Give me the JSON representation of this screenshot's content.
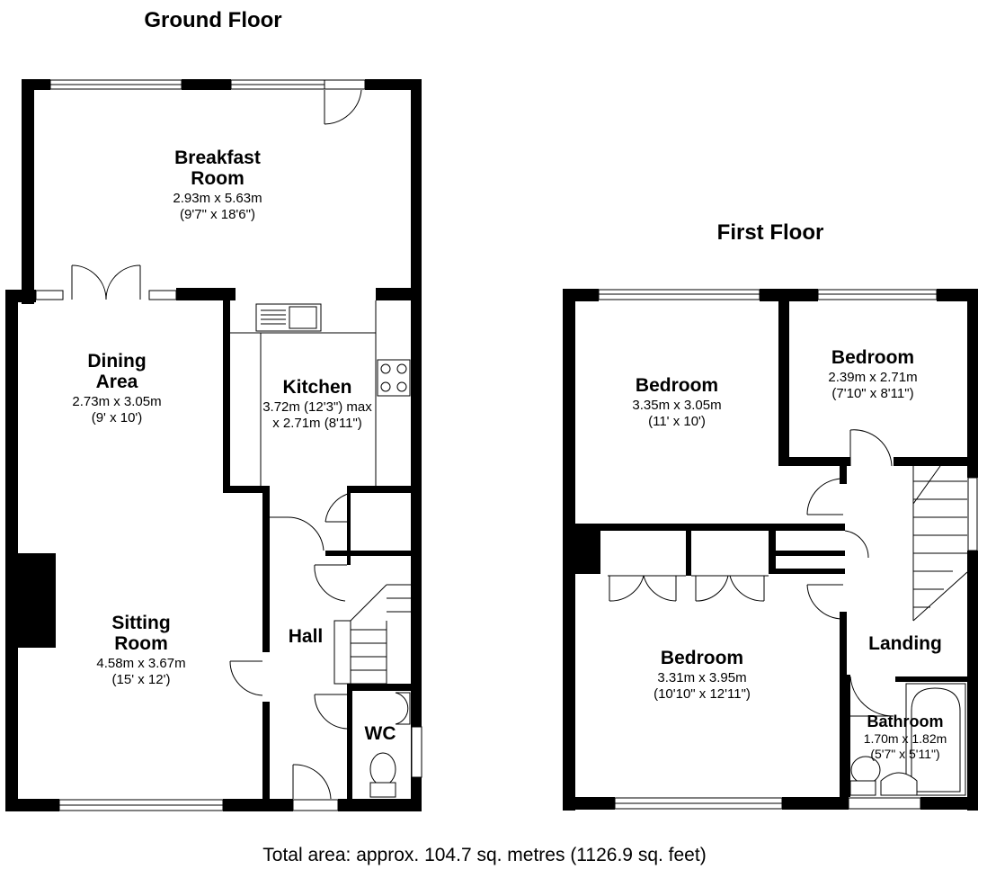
{
  "ground_floor": {
    "title": "Ground Floor",
    "rooms": {
      "breakfast_room": {
        "name_line1": "Breakfast",
        "name_line2": "Room",
        "dim_metric": "2.93m x 5.63m",
        "dim_imperial": "(9'7\" x 18'6\")"
      },
      "dining_area": {
        "name_line1": "Dining",
        "name_line2": "Area",
        "dim_metric": "2.73m x 3.05m",
        "dim_imperial": "(9' x 10')"
      },
      "kitchen": {
        "name": "Kitchen",
        "dim_line1": "3.72m (12'3\") max",
        "dim_line2": "x 2.71m (8'11\")"
      },
      "sitting_room": {
        "name_line1": "Sitting",
        "name_line2": "Room",
        "dim_metric": "4.58m x 3.67m",
        "dim_imperial": "(15' x 12')"
      },
      "hall": {
        "name": "Hall"
      },
      "wc": {
        "name": "WC"
      }
    }
  },
  "first_floor": {
    "title": "First Floor",
    "rooms": {
      "bedroom_1": {
        "name": "Bedroom",
        "dim_metric": "3.35m x 3.05m",
        "dim_imperial": "(11' x 10')"
      },
      "bedroom_2": {
        "name": "Bedroom",
        "dim_metric": "2.39m x 2.71m",
        "dim_imperial": "(7'10\" x 8'11\")"
      },
      "bedroom_3": {
        "name": "Bedroom",
        "dim_metric": "3.31m x 3.95m",
        "dim_imperial": "(10'10\" x 12'11\")"
      },
      "landing": {
        "name": "Landing"
      },
      "bathroom": {
        "name": "Bathroom",
        "dim_metric": "1.70m x 1.82m",
        "dim_imperial": "(5'7\" x 5'11\")"
      }
    }
  },
  "total_area": "Total area: approx. 104.7 sq. metres (1126.9 sq. feet)"
}
